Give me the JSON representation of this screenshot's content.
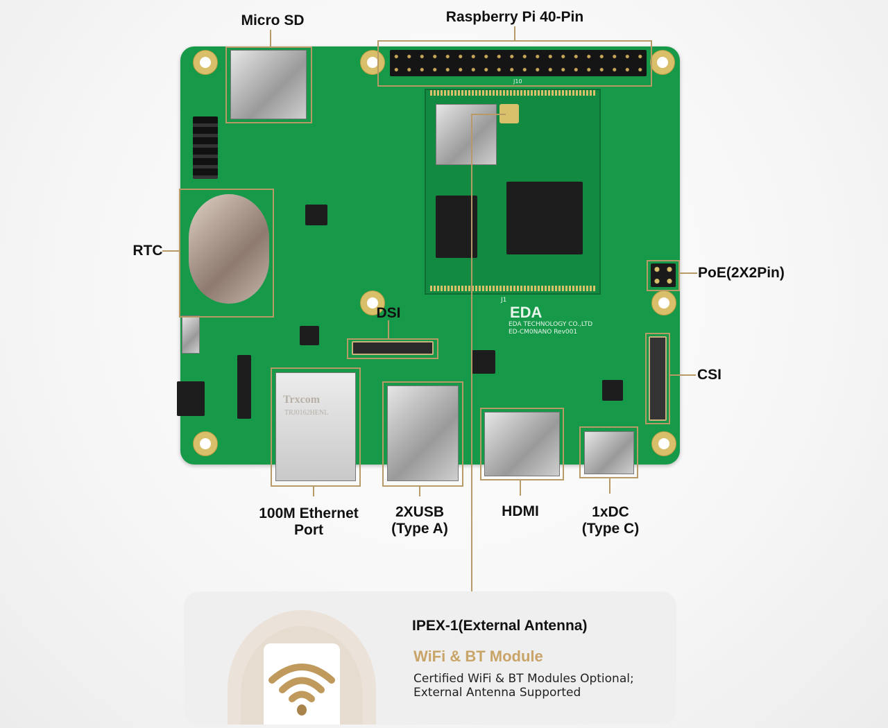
{
  "labels": {
    "micro_sd": "Micro SD",
    "gpio": "Raspberry  Pi 40-Pin",
    "rtc": "RTC",
    "dsi": "DSI",
    "poe": "PoE(2X2Pin)",
    "csi": "CSI",
    "ethernet_line1": "100M Ethernet",
    "ethernet_line2": "Port",
    "usb_line1": "2XUSB",
    "usb_line2": "(Type A)",
    "hdmi": "HDMI",
    "dc_line1": "1xDC",
    "dc_line2": "(Type C)"
  },
  "board_silkscreen": {
    "logo": "EDA",
    "company": "EDA TECHNOLOGY CO.,LTD",
    "model": "ED-CM0NANO Rev001",
    "connector": "J1",
    "header": "J10",
    "ethernet_brand": "Trxcom",
    "ethernet_model": "TRJ0162HENL"
  },
  "feature_card": {
    "title": "IPEX-1(External Antenna)",
    "subtitle": "WiFi & BT Module",
    "description_line1": "Certified WiFi & BT Modules Optional;",
    "description_line2": "External Antenna Supported",
    "icon": "wifi-icon"
  },
  "colors": {
    "accent": "#b89a66",
    "board": "#17994a",
    "gold_text": "#c9a468"
  }
}
